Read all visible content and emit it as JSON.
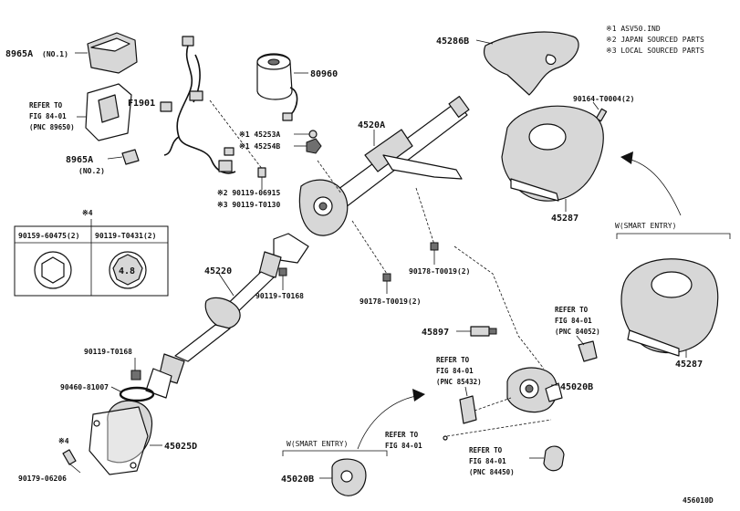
{
  "footnotes": [
    "※1 ASV50.IND",
    "※2 JAPAN SOURCED PARTS",
    "※3 LOCAL SOURCED PARTS"
  ],
  "labels": {
    "p8965a_no1": "8965A",
    "p8965a_no1_suffix": "(NO.1)",
    "p8965a_no2": "8965A",
    "p8965a_no2_suffix": "(NO.2)",
    "ref_89650": [
      "REFER TO",
      "FIG 84-01",
      "(PNC 89650)"
    ],
    "f1901": "F1901",
    "p80960": "80960",
    "p145253a": "※1 45253A",
    "p145254b": "※1 45254B",
    "p4520a": "4520A",
    "p45286b": "45286B",
    "p90164": "90164-T0004(2)",
    "p45287_top": "45287",
    "p45287_bottom": "45287",
    "smart_entry_right": "W(SMART ENTRY)",
    "smart_entry_bottom": "W(SMART ENTRY)",
    "p90119_06915": "※2 90119-06915",
    "p90119_t0130": "※3 90119-T0130",
    "note4_top": "※4",
    "note4_bottom": "※4",
    "table_col1": "90159-60475(2)",
    "table_col2": "90119-T0431(2)",
    "torx_mark": "4.8",
    "p45220": "45220",
    "p90119_t0168_a": "90119-T0168",
    "p90119_t0168_b": "90119-T0168",
    "p90178_a": "90178-T0019(2)",
    "p90178_b": "90178-T0019(2)",
    "p45897": "45897",
    "ref_84052": [
      "REFER TO",
      "FIG 84-01",
      "(PNC 84052)"
    ],
    "ref_85432": [
      "REFER TO",
      "FIG 84-01",
      "(PNC 85432)"
    ],
    "p45020b_a": "45020B",
    "p90460": "90460-81007",
    "p45025d": "45025D",
    "p90179": "90179-06206",
    "ref_fig": [
      "REFER TO",
      "FIG 84-01"
    ],
    "ref_84450": [
      "REFER TO",
      "FIG 84-01",
      "(PNC 84450)"
    ],
    "p45020b_b": "45020B",
    "diagram_id": "456010D"
  }
}
